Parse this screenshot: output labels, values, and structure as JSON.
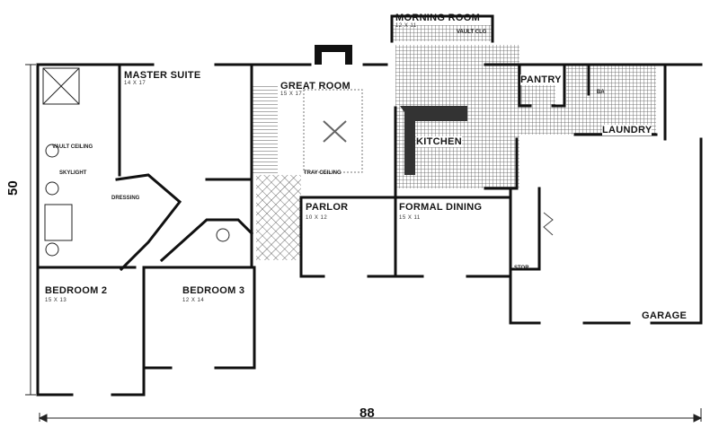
{
  "plan": {
    "overall_width": "88",
    "overall_depth": "50"
  },
  "rooms": {
    "master_suite": {
      "name": "MASTER SUITE",
      "size": "14 X 17"
    },
    "great_room": {
      "name": "GREAT ROOM",
      "size": "15 X 17",
      "note": "TRAY CEILING"
    },
    "morning_room": {
      "name": "MORNING ROOM",
      "size": "12 X 11",
      "note": "VAULT CLG"
    },
    "kitchen": {
      "name": "KITCHEN"
    },
    "pantry": {
      "name": "PANTRY"
    },
    "bath": {
      "name": "BA"
    },
    "laundry": {
      "name": "LAUNDRY"
    },
    "parlor": {
      "name": "PARLOR",
      "size": "10 X 12"
    },
    "formal_dining": {
      "name": "FORMAL DINING",
      "size": "15 X 11"
    },
    "stor": {
      "name": "STOR"
    },
    "garage": {
      "name": "GARAGE"
    },
    "bedroom2": {
      "name": "BEDROOM 2",
      "size": "15 X 13"
    },
    "bedroom3": {
      "name": "BEDROOM 3",
      "size": "12 X 14"
    },
    "dressing": {
      "name": "DRESSING"
    },
    "master_bath": {
      "vault_ceiling": "VAULT CEILING",
      "skylight": "SKYLIGHT"
    }
  },
  "colors": {
    "wall": "#111111",
    "tile": "#555555",
    "background": "#ffffff"
  }
}
